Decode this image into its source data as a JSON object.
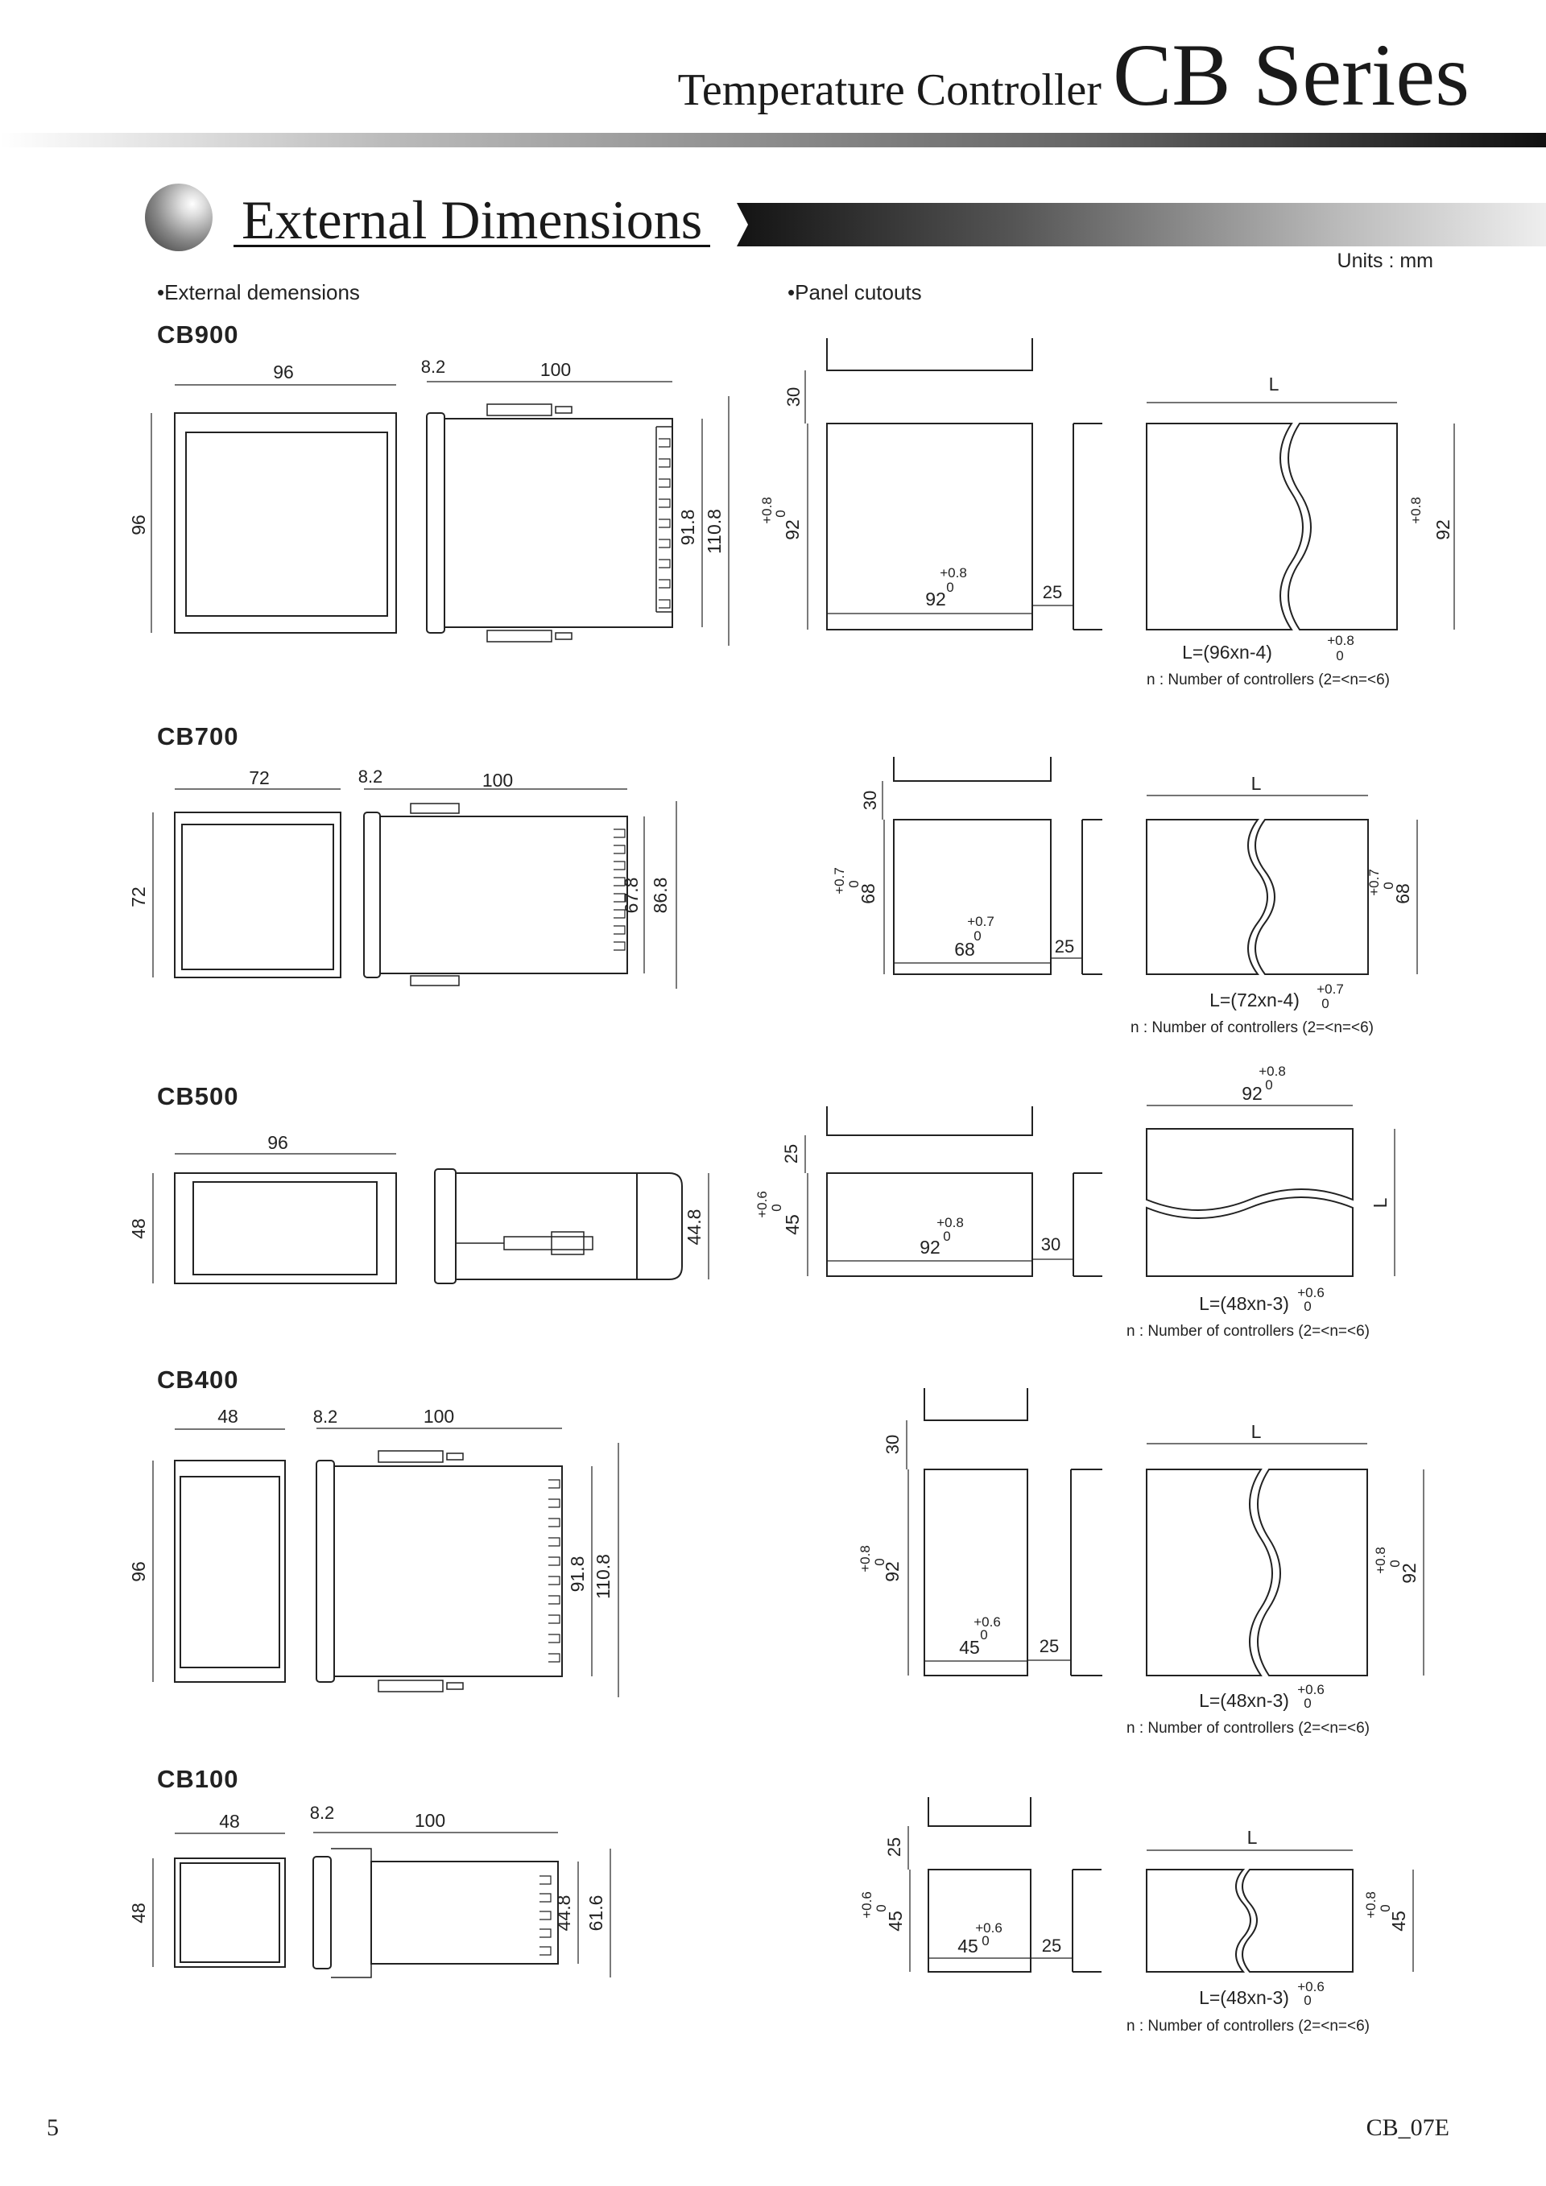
{
  "header": {
    "title_small": "Temperature Controller",
    "title_big": "CB Series"
  },
  "section": {
    "title": "External Dimensions",
    "units": "Units : mm",
    "sub_external": "•External demensions",
    "sub_cutouts": "•Panel cutouts"
  },
  "models": [
    {
      "name": "CB900",
      "ext": {
        "front_w": "96",
        "front_h": "96",
        "bezel": "8.2",
        "depth": "100",
        "inner_h": "91.8",
        "outer_h": "110.8"
      },
      "cutout": {
        "top": "30",
        "w": "92",
        "w_tol": "+0.8",
        "h": "92",
        "h_tol": "+0.8",
        "gap": "25",
        "tol_zero": "0"
      },
      "multi": {
        "label": "L",
        "h": "92",
        "h_tol": "+0.8",
        "formula": "L=(96xn-4)",
        "formula_tol": "+0.8",
        "note": "n : Number of controllers (2=<n=<6)"
      }
    },
    {
      "name": "CB700",
      "ext": {
        "front_w": "72",
        "front_h": "72",
        "bezel": "8.2",
        "depth": "100",
        "inner_h": "67.8",
        "outer_h": "86.8"
      },
      "cutout": {
        "top": "30",
        "w": "68",
        "w_tol": "+0.7",
        "h": "68",
        "h_tol": "+0.7",
        "gap": "25",
        "tol_zero": "0"
      },
      "multi": {
        "label": "L",
        "h": "68",
        "h_tol": "+0.7",
        "formula": "L=(72xn-4)",
        "formula_tol": "+0.7",
        "note": "n : Number of controllers (2=<n=<6)"
      }
    },
    {
      "name": "CB500",
      "ext": {
        "front_w": "96",
        "front_h": "48",
        "inner_h": "44.8"
      },
      "cutout": {
        "top": "25",
        "w": "92",
        "w_tol": "+0.8",
        "h": "45",
        "h_tol": "+0.6",
        "gap": "30",
        "tol_zero": "0"
      },
      "multi": {
        "label": "L",
        "w": "92",
        "w_tol": "+0.8",
        "formula": "L=(48xn-3)",
        "formula_tol": "+0.6",
        "note": "n : Number of controllers (2=<n=<6)"
      }
    },
    {
      "name": "CB400",
      "ext": {
        "front_w": "48",
        "front_h": "96",
        "bezel": "8.2",
        "depth": "100",
        "inner_h": "91.8",
        "outer_h": "110.8"
      },
      "cutout": {
        "top": "30",
        "w": "45",
        "w_tol": "+0.6",
        "h": "92",
        "h_tol": "+0.8",
        "gap": "25",
        "tol_zero": "0"
      },
      "multi": {
        "label": "L",
        "h": "92",
        "h_tol": "+0.8",
        "formula": "L=(48xn-3)",
        "formula_tol": "+0.6",
        "note": "n : Number of controllers (2=<n=<6)"
      }
    },
    {
      "name": "CB100",
      "ext": {
        "front_w": "48",
        "front_h": "48",
        "bezel": "8.2",
        "depth": "100",
        "inner_h": "44.8",
        "outer_h": "61.6"
      },
      "cutout": {
        "top": "25",
        "w": "45",
        "w_tol": "+0.6",
        "h": "45",
        "h_tol": "+0.6",
        "gap": "25",
        "tol_zero": "0"
      },
      "multi": {
        "label": "L",
        "h": "45",
        "h_tol": "+0.8",
        "formula": "L=(48xn-3)",
        "formula_tol": "+0.6",
        "note": "n : Number of controllers (2=<n=<6)"
      }
    }
  ],
  "footer": {
    "page_number": "5",
    "doc_code": "CB_07E"
  }
}
